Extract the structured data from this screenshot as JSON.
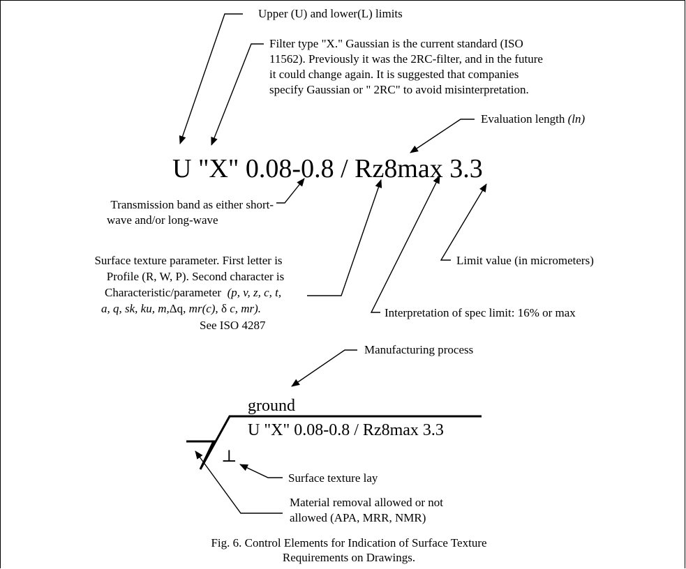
{
  "spec": {
    "main_callout": "U \"X\" 0.08-0.8 / Rz8max  3.3",
    "symbol_callout": "U \"X\" 0.08-0.8 / Rz8max  3.3",
    "process": "ground",
    "lay_symbol": "⊥"
  },
  "labels": {
    "limits": "Upper (U) and lower(L) limits",
    "filter": [
      "Filter type \"X.\" Gaussian is the current standard (ISO",
      "11562). Previously it was the 2RC-filter, and in the future",
      "it could change again. It is suggested that companies",
      "specify Gaussian or \" 2RC\" to avoid  misinterpretation."
    ],
    "evaluation_length": "Evaluation length",
    "evaluation_length_symbol": "(ln)",
    "transmission": [
      "Transmission band as either short-",
      "wave and/or long-wave"
    ],
    "parameter": [
      "Surface texture parameter. First letter is",
      "Profile (R, W, P). Second character is",
      "Characteristic/parameter"
    ],
    "parameter_list_1": "(p, v, z, c, t,",
    "parameter_list_2": "a, q, sk, ku, m,",
    "parameter_list_3": "Δq,",
    "parameter_list_4": "mr(c),",
    "parameter_list_5": "δ",
    "parameter_list_6": "c, mr).",
    "parameter_ref": "See ISO 4287",
    "limit_value": "Limit value (in micrometers)",
    "interpretation": "Interpretation of spec limit: 16% or max",
    "manufacturing": "Manufacturing process",
    "lay": "Surface texture lay",
    "material": [
      "Material removal allowed or not",
      "allowed (APA, MRR, NMR)"
    ]
  },
  "caption": [
    "Fig. 6. Control Elements for Indication of Surface Texture",
    "Requirements on Drawings."
  ]
}
